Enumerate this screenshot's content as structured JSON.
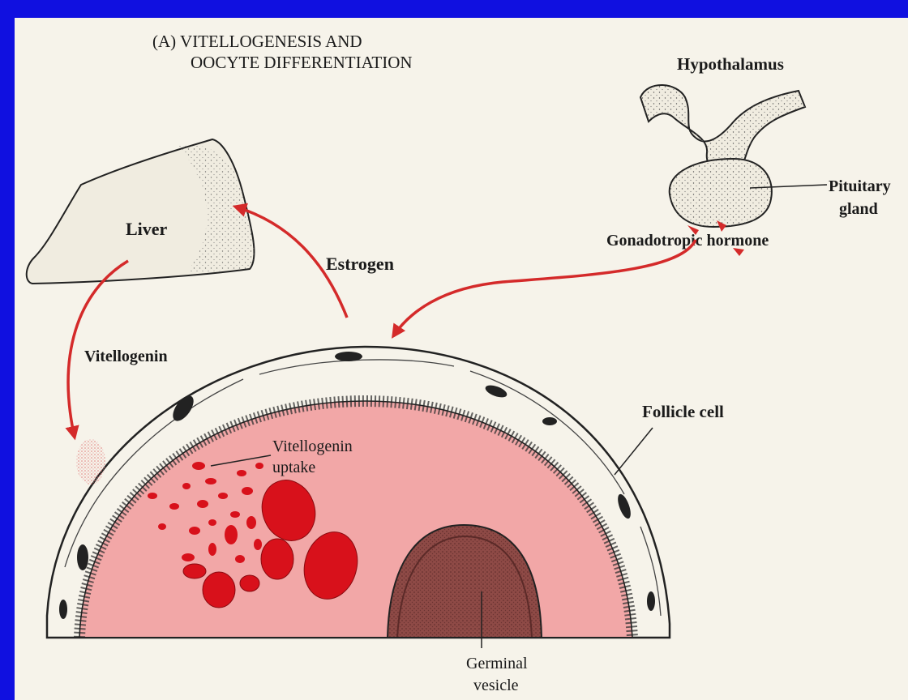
{
  "title": {
    "line1": "(A) VITELLOGENESIS AND",
    "line2": "OOCYTE DIFFERENTIATION"
  },
  "labels": {
    "hypothalamus": "Hypothalamus",
    "pituitary_line1": "Pituitary",
    "pituitary_line2": "gland",
    "gonadotropic": "Gonadotropic hormone",
    "liver": "Liver",
    "estrogen": "Estrogen",
    "vitellogenin": "Vitellogenin",
    "follicle_cell": "Follicle cell",
    "uptake_line1": "Vitellogenin",
    "uptake_line2": "uptake",
    "germinal_line1": "Germinal",
    "germinal_line2": "vesicle"
  },
  "colors": {
    "frame": "#1010e0",
    "paper": "#f6f3ea",
    "arrow": "#d42a2a",
    "oocyte": "#f2a7a7",
    "yolk": "#d8111b",
    "germinal_vesicle": "#8e4a46"
  }
}
